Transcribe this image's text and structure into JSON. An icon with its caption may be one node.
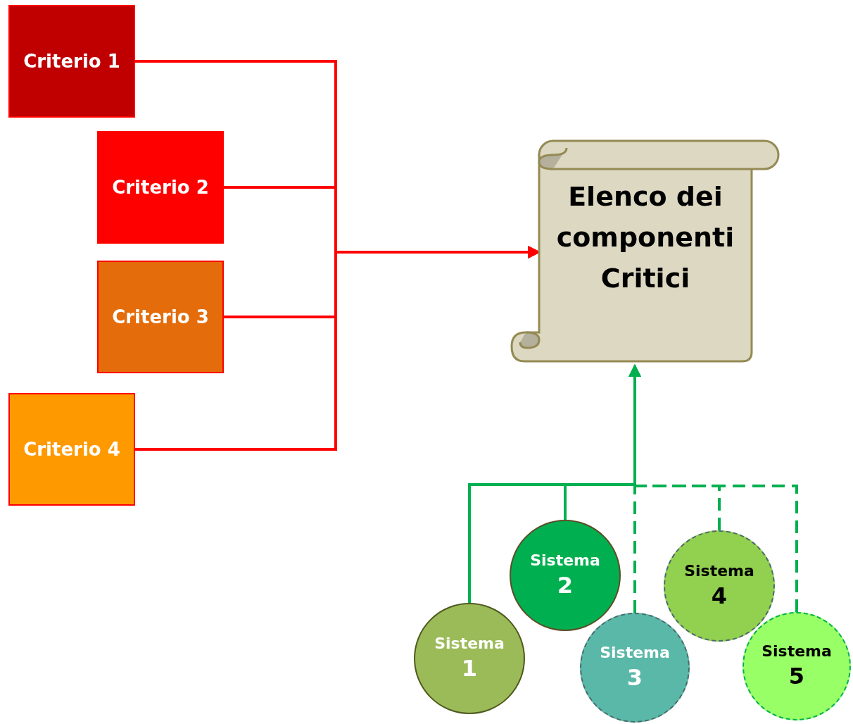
{
  "diagram": {
    "nodes": [
      {
        "text": [
          "Criterio 1"
        ]
      },
      {
        "text": [
          "Criterio 2"
        ]
      },
      {
        "text": [
          "Criterio 3"
        ]
      },
      {
        "text": [
          "Criterio 4"
        ]
      },
      {
        "text": [
          "Elenco dei componenti Critici"
        ]
      },
      {
        "text": [
          "Sistema",
          "1"
        ]
      },
      {
        "text": [
          "Sistema",
          "2"
        ]
      },
      {
        "text": [
          "Sistema",
          "3"
        ]
      },
      {
        "text": [
          "Sistema",
          "4"
        ]
      },
      {
        "text": [
          "Sistema",
          "5"
        ]
      }
    ],
    "edges": [
      {
        "from": 0,
        "to": 4,
        "arrow": "to",
        "color": "#ff0000"
      },
      {
        "from": 1,
        "to": 4,
        "arrow": "to",
        "color": "#ff0000"
      },
      {
        "from": 2,
        "to": 4,
        "arrow": "to",
        "color": "#ff0000"
      },
      {
        "from": 3,
        "to": 4,
        "arrow": "to",
        "color": "#ff0000"
      },
      {
        "from": 5,
        "to": 4,
        "arrow": "to"
      },
      {
        "from": 6,
        "to": 4,
        "arrow": "to"
      },
      {
        "from": 7,
        "to": 4,
        "arrow": "to",
        "style": "dashed"
      },
      {
        "from": 8,
        "to": 4,
        "arrow": "to",
        "style": "dashed"
      },
      {
        "from": 9,
        "to": 4,
        "arrow": "to",
        "style": "dashed"
      }
    ]
  }
}
